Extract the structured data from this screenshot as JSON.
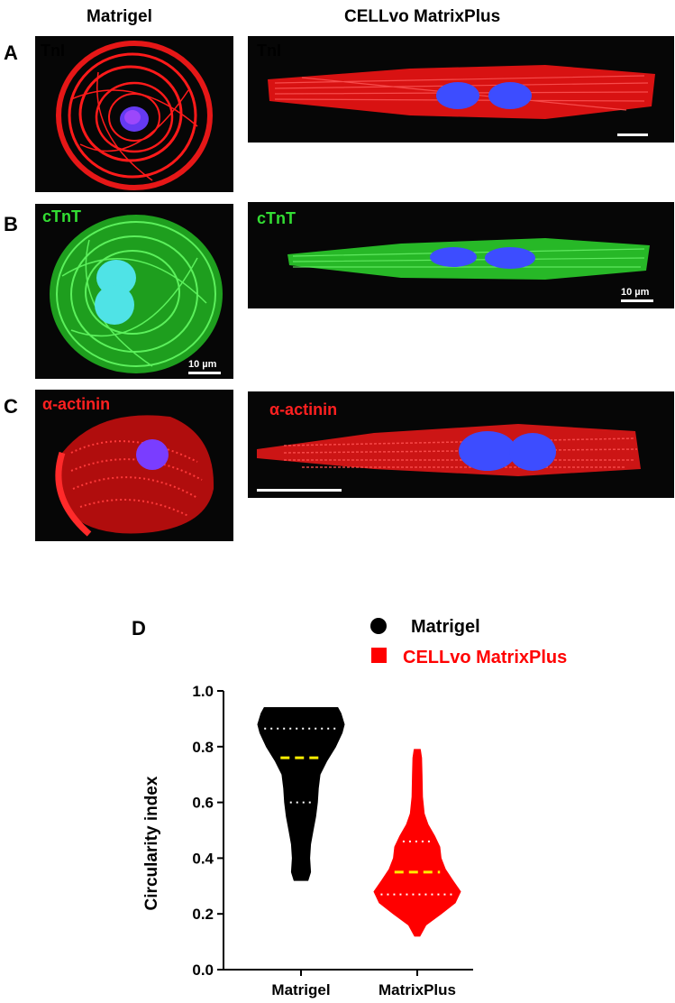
{
  "figure": {
    "column_headers": [
      "Matrigel",
      "CELLvo MatrixPlus"
    ],
    "rows": [
      {
        "letter": "A",
        "stain": "TnI",
        "stain_color": "#ff2020",
        "scale_label": ""
      },
      {
        "letter": "B",
        "stain": "cTnT",
        "stain_color": "#33dd33",
        "scale_label": "10 µm"
      },
      {
        "letter": "C",
        "stain": "α-actinin",
        "stain_color": "#ff2020",
        "scale_label": ""
      }
    ],
    "colors": {
      "tni": "#ff1a1a",
      "ctnt": "#33e033",
      "nucleus": "#3d4dff",
      "nucleus_cyan": "#4fe3e6"
    }
  },
  "chart_data": {
    "type": "violin",
    "panel_letter": "D",
    "categories": [
      "Matrigel",
      "MatrixPlus"
    ],
    "ylabel": "Circularity index",
    "xlabel": "",
    "ylim": [
      0.0,
      1.0
    ],
    "yticks": [
      0.0,
      0.2,
      0.4,
      0.6,
      0.8,
      1.0
    ],
    "legend": {
      "position": "top-right",
      "entries": [
        {
          "label": "Matrigel",
          "color": "#000000",
          "marker": "circle"
        },
        {
          "label": "CELLvo MatrixPlus",
          "color": "#ff0000",
          "marker": "square"
        }
      ]
    },
    "series": [
      {
        "category": "Matrigel",
        "color": "#000000",
        "min": 0.32,
        "max": 0.94,
        "median": 0.76,
        "q1": 0.6,
        "q3": 0.865,
        "profile": [
          [
            0.32,
            0.16
          ],
          [
            0.35,
            0.22
          ],
          [
            0.4,
            0.2
          ],
          [
            0.45,
            0.22
          ],
          [
            0.5,
            0.28
          ],
          [
            0.55,
            0.34
          ],
          [
            0.6,
            0.38
          ],
          [
            0.65,
            0.4
          ],
          [
            0.7,
            0.44
          ],
          [
            0.75,
            0.6
          ],
          [
            0.8,
            0.8
          ],
          [
            0.85,
            0.95
          ],
          [
            0.88,
            1.0
          ],
          [
            0.92,
            0.92
          ],
          [
            0.94,
            0.85
          ]
        ]
      },
      {
        "category": "MatrixPlus",
        "color": "#ff0000",
        "min": 0.12,
        "max": 0.79,
        "median": 0.35,
        "q1": 0.27,
        "q3": 0.46,
        "profile": [
          [
            0.12,
            0.06
          ],
          [
            0.16,
            0.2
          ],
          [
            0.2,
            0.55
          ],
          [
            0.24,
            0.88
          ],
          [
            0.28,
            1.0
          ],
          [
            0.32,
            0.82
          ],
          [
            0.36,
            0.65
          ],
          [
            0.4,
            0.55
          ],
          [
            0.44,
            0.52
          ],
          [
            0.48,
            0.4
          ],
          [
            0.52,
            0.25
          ],
          [
            0.56,
            0.16
          ],
          [
            0.62,
            0.12
          ],
          [
            0.7,
            0.11
          ],
          [
            0.76,
            0.1
          ],
          [
            0.79,
            0.07
          ]
        ]
      }
    ],
    "median_color": "#ffee00",
    "quartile_color": "#ffffff"
  }
}
